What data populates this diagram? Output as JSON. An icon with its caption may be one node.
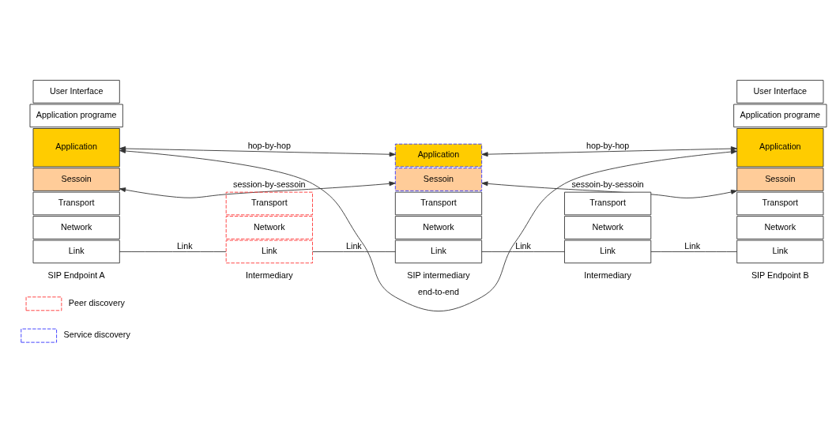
{
  "diagram": {
    "nodes": [
      {
        "text": [
          "User Interface"
        ]
      },
      {
        "text": [
          "Application programe"
        ]
      },
      {
        "text": [
          "Application"
        ]
      },
      {
        "text": [
          "Sessoin"
        ]
      },
      {
        "text": [
          "Transport"
        ]
      },
      {
        "text": [
          "Network"
        ]
      },
      {
        "text": [
          "Link"
        ]
      },
      {
        "text": [
          "Transport"
        ]
      },
      {
        "text": [
          "Network"
        ]
      },
      {
        "text": [
          "Link"
        ]
      },
      {
        "text": [
          "Application"
        ]
      },
      {
        "text": [
          "Sessoin"
        ]
      },
      {
        "text": [
          "Transport"
        ]
      },
      {
        "text": [
          "Network"
        ]
      },
      {
        "text": [
          "Link"
        ]
      },
      {
        "text": [
          "Transport"
        ]
      },
      {
        "text": [
          "Network"
        ]
      },
      {
        "text": [
          "Link"
        ]
      },
      {
        "text": [
          "User Interface"
        ]
      },
      {
        "text": [
          "Application programe"
        ]
      },
      {
        "text": [
          "Application"
        ]
      },
      {
        "text": [
          "Sessoin"
        ]
      },
      {
        "text": [
          "Transport"
        ]
      },
      {
        "text": [
          "Network"
        ]
      },
      {
        "text": [
          "Link"
        ]
      }
    ],
    "edges": [
      {
        "from": 2,
        "to": 20,
        "arrow": "both",
        "label": "end-to-end"
      },
      {
        "from": 2,
        "to": 10,
        "arrow": "both",
        "label": "hop-by-hop"
      },
      {
        "from": 10,
        "to": 20,
        "arrow": "both",
        "label": "hop-by-hop"
      },
      {
        "from": 3,
        "to": 11,
        "arrow": "both",
        "label": "session-by-sessoin"
      },
      {
        "from": 11,
        "to": 21,
        "arrow": "both",
        "label": "sessoin-by-sessoin"
      },
      {
        "from": 6,
        "to": 9,
        "arrow": "none",
        "label": "Link"
      },
      {
        "from": 9,
        "to": 14,
        "arrow": "none",
        "label": "Link"
      },
      {
        "from": 14,
        "to": 17,
        "arrow": "none",
        "label": "Link"
      },
      {
        "from": 17,
        "to": 24,
        "arrow": "none",
        "label": "Link"
      }
    ],
    "labels": [
      "SIP Endpoint A",
      "Intermediary",
      "SIP intermediary",
      "Intermediary",
      "SIP Endpoint B"
    ],
    "legend": [
      {
        "text": "Peer discovery"
      },
      {
        "text": "Service discovery"
      }
    ]
  }
}
